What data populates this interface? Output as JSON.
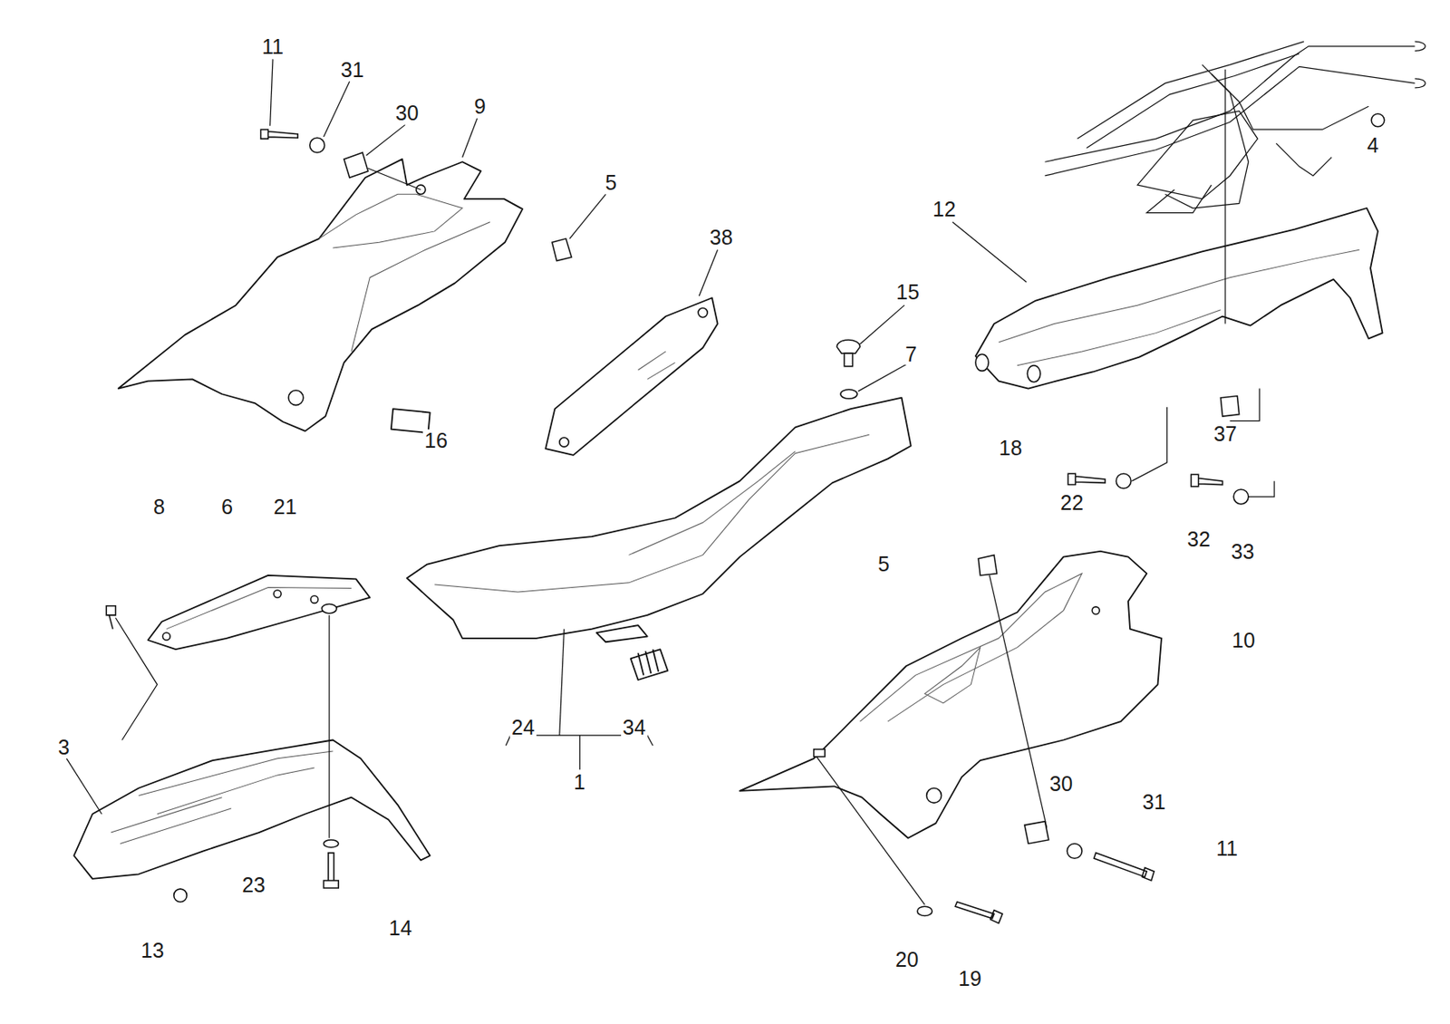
{
  "diagram": {
    "labels": [
      "11",
      "31",
      "30",
      "9",
      "5",
      "38",
      "15",
      "7",
      "16",
      "12",
      "4",
      "37",
      "18",
      "22",
      "32",
      "33",
      "8",
      "6",
      "21",
      "5",
      "10",
      "3",
      "24",
      "34",
      "1",
      "23",
      "14",
      "13",
      "30",
      "31",
      "11",
      "20",
      "19"
    ]
  }
}
